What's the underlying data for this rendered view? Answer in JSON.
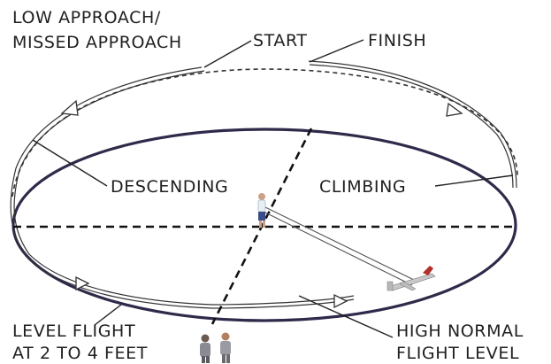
{
  "labels": {
    "title_line1": "LOW APPROACH/",
    "title_line2": "MISSED APPROACH",
    "start": "START",
    "finish": "FINISH",
    "descending": "DESCENDING",
    "climbing": "CLIMBING",
    "level_flight_line1": "LEVEL FLIGHT",
    "level_flight_line2": "AT 2 TO 4 FEET",
    "high_normal_line1": "HIGH NORMAL",
    "high_normal_line2": "FLIGHT LEVEL"
  },
  "colors": {
    "ellipse": "#2e2a4a",
    "text": "#1f1f1f",
    "path": "#333333",
    "aircraft": "#c8c8c8",
    "aircraft_accent": "#b0302a"
  }
}
